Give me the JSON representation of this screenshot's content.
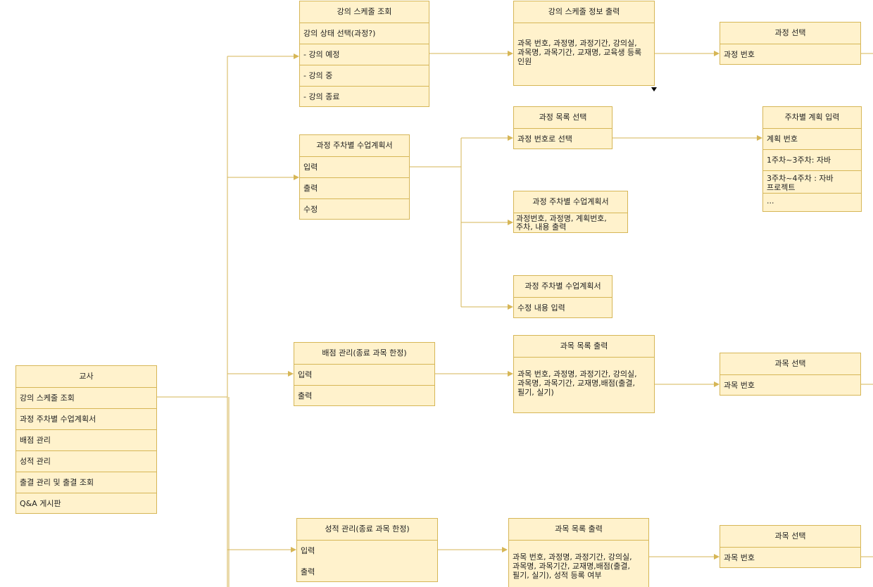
{
  "colors": {
    "fill": "#fff2cc",
    "stroke": "#d6b656",
    "edge": "#d6b656"
  },
  "teacher": {
    "title": "교사",
    "items": [
      "강의 스케줄 조회",
      "과정 주차별 수업계획서",
      "배점 관리",
      "성적 관리",
      "출결 관리 및 출결 조회",
      "Q&A 게시판"
    ]
  },
  "schedule": {
    "title": "강의 스케줄 조회",
    "items": [
      "강의 상태 선택(과정?)",
      "- 강의 예정",
      "- 강의 중",
      "- 강의 종료"
    ]
  },
  "schedule_output": {
    "title": "강의 스케줄 정보 출력",
    "body": "과목 번호, 과정명, 과정기간, 강의실, 과목명, 과목기간, 교재명, 교육생 등록 인원"
  },
  "course_select_1": {
    "title": "과정 선택",
    "row": "과정 번호"
  },
  "weekly_plan": {
    "title": "과정 주차별 수업계획서",
    "items": [
      "입력",
      "출력",
      "수정"
    ]
  },
  "course_list_select": {
    "title": "과정 목록 선택",
    "row": "과정 번호로 선택"
  },
  "weekly_input": {
    "title": "주차별 계획 입력",
    "items": [
      "계획 번호",
      "1주차~3주차: 자바",
      "3주차~4주차 : 자바 프로젝트",
      "..."
    ]
  },
  "weekly_plan_out": {
    "title": "과정 주차별 수업계획서",
    "body": "과정번호, 과정명, 계획번호, 주차, 내용 출력"
  },
  "weekly_plan_edit": {
    "title": "과정 주차별 수업계획서",
    "row": "수정 내용 입력"
  },
  "score_mgmt": {
    "title": "배점 관리(종료 과목 한정)",
    "items": [
      "입력",
      "출력"
    ]
  },
  "subject_list_1": {
    "title": "과목 목록 출력",
    "body": "과목 번호, 과정명, 과정기간, 강의실, 과목명, 과목기간, 교재명,배점(출결, 필기, 실기)"
  },
  "subject_select_1": {
    "title": "과목 선택",
    "row": "과목 번호"
  },
  "grade_mgmt": {
    "title": "성적 관리(종료 과목 한정)",
    "items": [
      "입력",
      "출력"
    ]
  },
  "subject_list_2": {
    "title": "과목 목록 출력",
    "body": "과목 번호, 과정명, 과정기간, 강의실, 과목명, 과목기간, 교재명,배점(출결, 필기, 실기), 성적 등록 여부"
  },
  "subject_select_2": {
    "title": "과목 선택",
    "row": "과목 번호"
  }
}
